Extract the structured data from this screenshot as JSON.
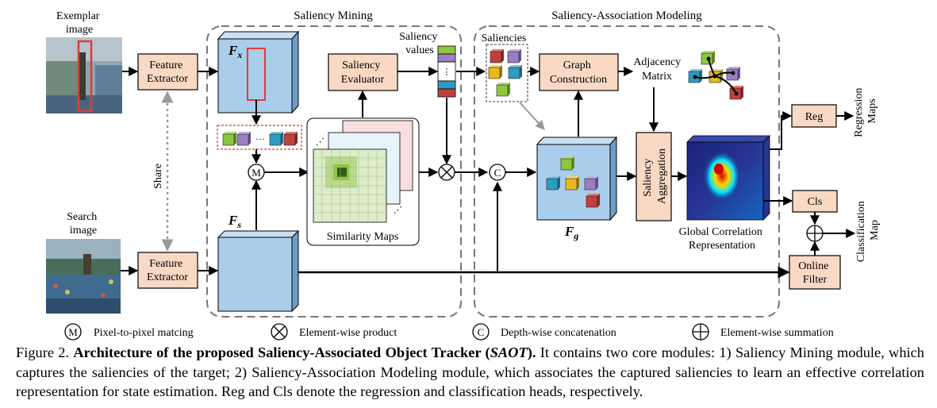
{
  "labels": {
    "exemplar_image": [
      "Exemplar",
      "image"
    ],
    "search_image": [
      "Search",
      "image"
    ],
    "feature_extractor": [
      "Feature",
      "Extractor"
    ],
    "share": "Share",
    "saliency_mining": "Saliency Mining",
    "saliency_association_modeling": "Saliency-Association Modeling",
    "fx_main": "F",
    "fx_sub": "x",
    "fs_main": "F",
    "fs_sub": "s",
    "fg_main": "F",
    "fg_sub": "g",
    "m_symbol": "M",
    "c_symbol": "C",
    "saliency_evaluator": [
      "Saliency",
      "Evaluator"
    ],
    "saliency_values": [
      "Saliency",
      "values"
    ],
    "similarity_maps": "Similarity Maps",
    "saliencies": "Saliencies",
    "graph_construction": [
      "Graph",
      "Construction"
    ],
    "adjacency_matrix": [
      "Adjacency",
      "Matrix"
    ],
    "saliency_aggregation": [
      "Saliency",
      "Aggregation"
    ],
    "global_correlation": [
      "Global Correlation",
      "Representation"
    ],
    "reg": "Reg",
    "cls": "Cls",
    "online_filter": [
      "Online",
      "Filter"
    ],
    "regression_maps": [
      "Regression",
      "Maps"
    ],
    "classification_map": [
      "Classification",
      "Map"
    ]
  },
  "legend": [
    {
      "symbol": "M",
      "label": "Pixel-to-pixel matcing"
    },
    {
      "symbol": "×",
      "label": "Element-wise product"
    },
    {
      "symbol": "C",
      "label": "Depth-wise concatenation"
    },
    {
      "symbol": "+",
      "label": "Element-wise summation"
    }
  ],
  "caption": {
    "prefix": "Figure 2. ",
    "bold_title": "Architecture of the proposed Saliency-Associated Object Tracker (",
    "bold_italic": "SAOT",
    "bold_end": ").",
    "rest": " It contains two core modules: 1) Saliency Mining module, which captures the saliencies of the target; 2) Saliency-Association Modeling module, which associates the captured saliencies to learn an effective correlation representation for state estimation. Reg and Cls denote the regression and classification heads, respectively."
  },
  "colors": {
    "feature_box": "#f9d9c4",
    "feature_blue": "#a9cdeb",
    "cube_green": "#8ec63f",
    "cube_purple": "#9b7fc2",
    "cube_teal": "#2e9bbf",
    "cube_yellow": "#e8b820",
    "cube_red": "#c0403c"
  }
}
